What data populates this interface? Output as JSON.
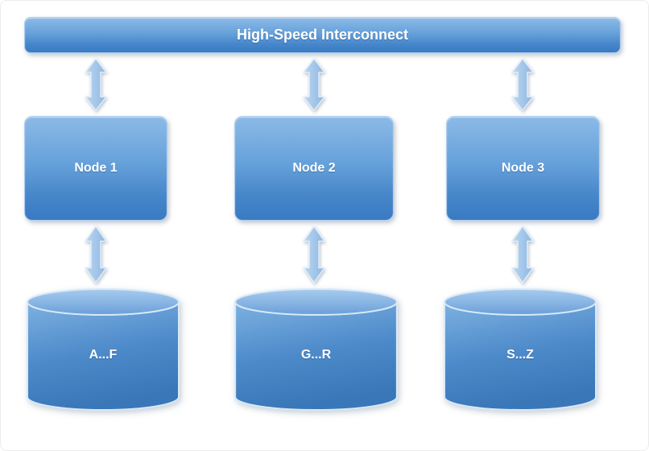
{
  "diagram": {
    "interconnect": {
      "label": "High-Speed Interconnect"
    },
    "nodes": [
      {
        "label": "Node 1"
      },
      {
        "label": "Node 2"
      },
      {
        "label": "Node 3"
      }
    ],
    "disks": [
      {
        "label": "A...F"
      },
      {
        "label": "G...R"
      },
      {
        "label": "S...Z"
      }
    ],
    "colors": {
      "shape_gradient_top": "#8cbae7",
      "shape_gradient_bottom": "#3a7ac2",
      "arrow_fill": "#a9c9ea",
      "cylinder_dark": "#3a77b8",
      "text": "#ffffff"
    }
  }
}
